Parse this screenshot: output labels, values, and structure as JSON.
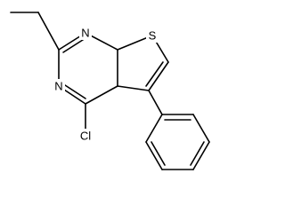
{
  "molecule": {
    "atoms": {
      "sulfur": "S",
      "nitrogen_top": "N",
      "nitrogen_left": "N",
      "chlorine": "Cl"
    }
  }
}
